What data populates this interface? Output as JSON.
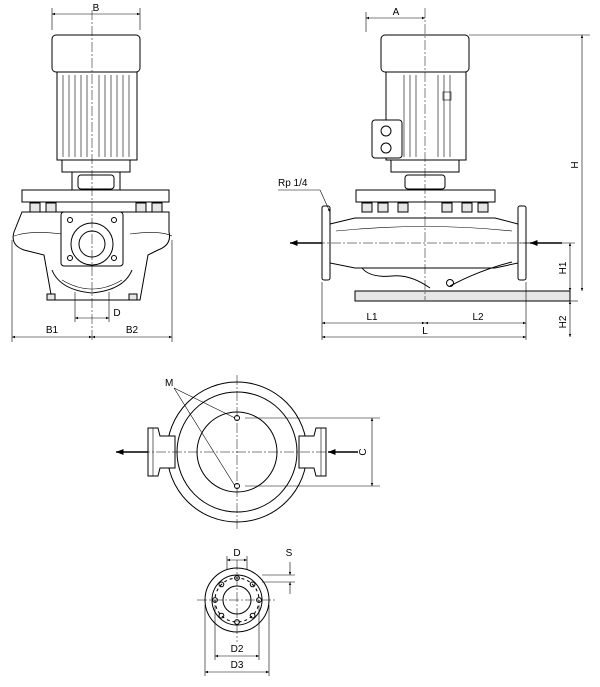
{
  "views": {
    "front": {
      "dim_width": "B",
      "dim_left": "B1",
      "dim_right": "B2",
      "dim_outlet": "D"
    },
    "side": {
      "dim_offset": "A",
      "dim_height": "H",
      "dim_h1": "H1",
      "dim_h2": "H2",
      "dim_l1": "L1",
      "dim_l2": "L2",
      "dim_length": "L",
      "thread_label": "Rp 1/4"
    },
    "top": {
      "holes_label": "M",
      "dim_c": "C"
    },
    "flange": {
      "dim_d": "D",
      "dim_s": "S",
      "dim_d2": "D2",
      "dim_d3": "D3"
    }
  }
}
